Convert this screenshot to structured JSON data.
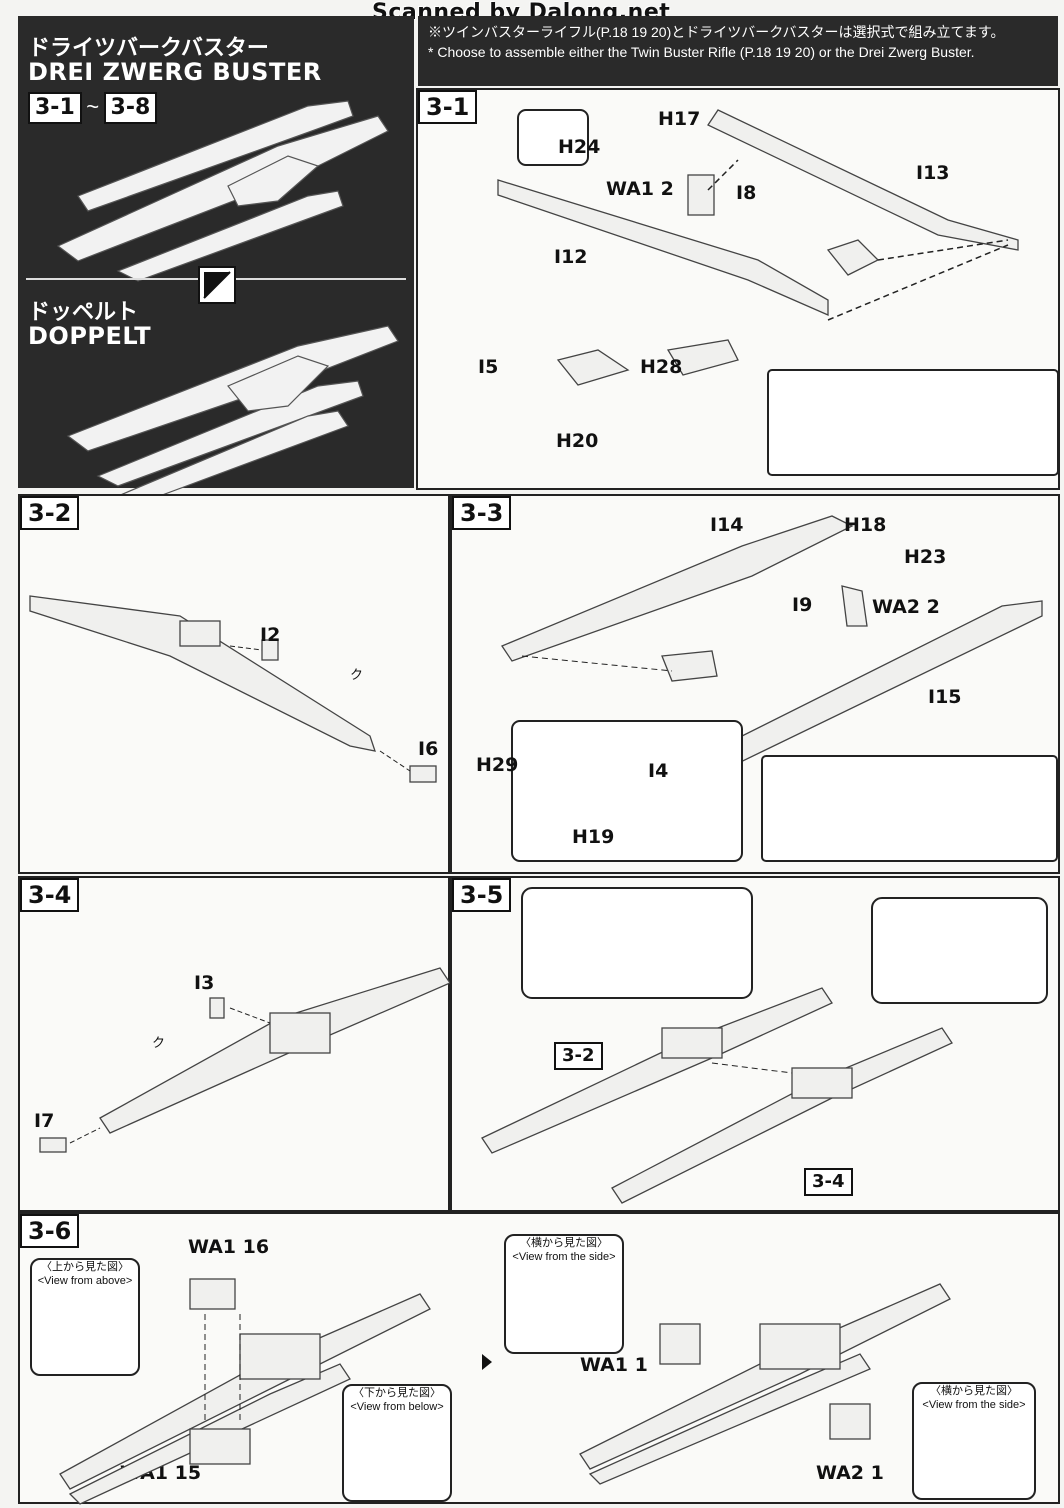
{
  "watermark": "Scanned by Dalong.net",
  "title": {
    "jp": "ドライツバークバスター",
    "en": "DREI ZWERG BUSTER",
    "range_from": "3-1",
    "range_sep": "~",
    "range_to": "3-8",
    "variant_jp": "ドッペルト",
    "variant_en": "DOPPELT"
  },
  "note": {
    "jp": "※ツインバスターライフル(P.18 19 20)とドライツバークバスターは選択式で組み立てます。",
    "en": "* Choose to assemble either the Twin Buster Rifle (P.18 19 20) or the Drei Zwerg Buster."
  },
  "steps": {
    "s31": {
      "label": "3-1",
      "parts": [
        "H17",
        "H24",
        "WA1 2",
        "I8",
        "I13",
        "I12",
        "I5",
        "H28",
        "H20"
      ]
    },
    "s32": {
      "label": "3-2",
      "parts": [
        "I2",
        "I6"
      ]
    },
    "s33": {
      "label": "3-3",
      "parts": [
        "I14",
        "H18",
        "H23",
        "WA2 2",
        "I9",
        "I15",
        "H29",
        "I4",
        "H19"
      ]
    },
    "s34": {
      "label": "3-4",
      "parts": [
        "I3",
        "I7"
      ]
    },
    "s35": {
      "label": "3-5",
      "refs": [
        "3-2",
        "3-4"
      ]
    },
    "s36": {
      "label": "3-6",
      "parts": [
        "WA1 16",
        "WA1 15",
        "WA1 1",
        "WA2 1"
      ]
    }
  },
  "views": {
    "above_jp": "〈上から見た図〉",
    "above_en": "<View from above>",
    "below_jp": "〈下から見た図〉",
    "below_en": "<View from below>",
    "side_jp": "〈横から見た図〉",
    "side_en": "<View from the side>"
  },
  "ku": "ク"
}
